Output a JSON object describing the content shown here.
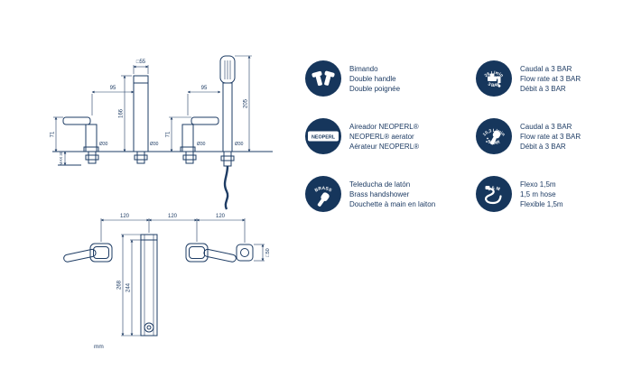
{
  "colors": {
    "ink": "#1e3c64",
    "icon_bg": "#16365c"
  },
  "drawing": {
    "unit": "mm",
    "front": {
      "sq55": "□55",
      "d95_left": "95",
      "d95_right": "95",
      "d166": "166",
      "d205": "205",
      "d71_left": "71",
      "d71_mid": "71",
      "max30": "MAX 30",
      "dia30_1": "Ø30",
      "dia30_2": "Ø30",
      "dia30_3": "Ø30",
      "dia30_4": "Ø30"
    },
    "plan": {
      "d120_1": "120",
      "d120_2": "120",
      "d120_3": "120",
      "d268": "268",
      "d244": "244",
      "sq50": "□50"
    }
  },
  "features": {
    "col1": [
      {
        "lines": [
          "Bimando",
          "Double handle",
          "Double poignée"
        ]
      },
      {
        "icon_band": "NEOPERL",
        "lines": [
          "Aireador NEOPERL®",
          "NEOPERL® aerator",
          "Aérateur NEOPERL®"
        ]
      },
      {
        "icon_top": "BRASS",
        "lines": [
          "Teleducha de latón",
          "Brass handshower",
          "Douchette à main en laiton"
        ]
      }
    ],
    "col2": [
      {
        "icon_top": "26 L/min",
        "icon_bottom": "3 BAR",
        "lines": [
          "Caudal a 3 BAR",
          "Flow rate at 3 BAR",
          "Débit à 3 BAR"
        ]
      },
      {
        "icon_top": "10,3 L/min",
        "icon_bottom": "3 BAR",
        "lines": [
          "Caudal a 3 BAR",
          "Flow rate at 3 BAR",
          "Débit à 3 BAR"
        ]
      },
      {
        "icon_top": "1,5 M",
        "lines": [
          "Flexo 1,5m",
          "1,5 m hose",
          "Flexible 1,5m"
        ]
      }
    ]
  }
}
